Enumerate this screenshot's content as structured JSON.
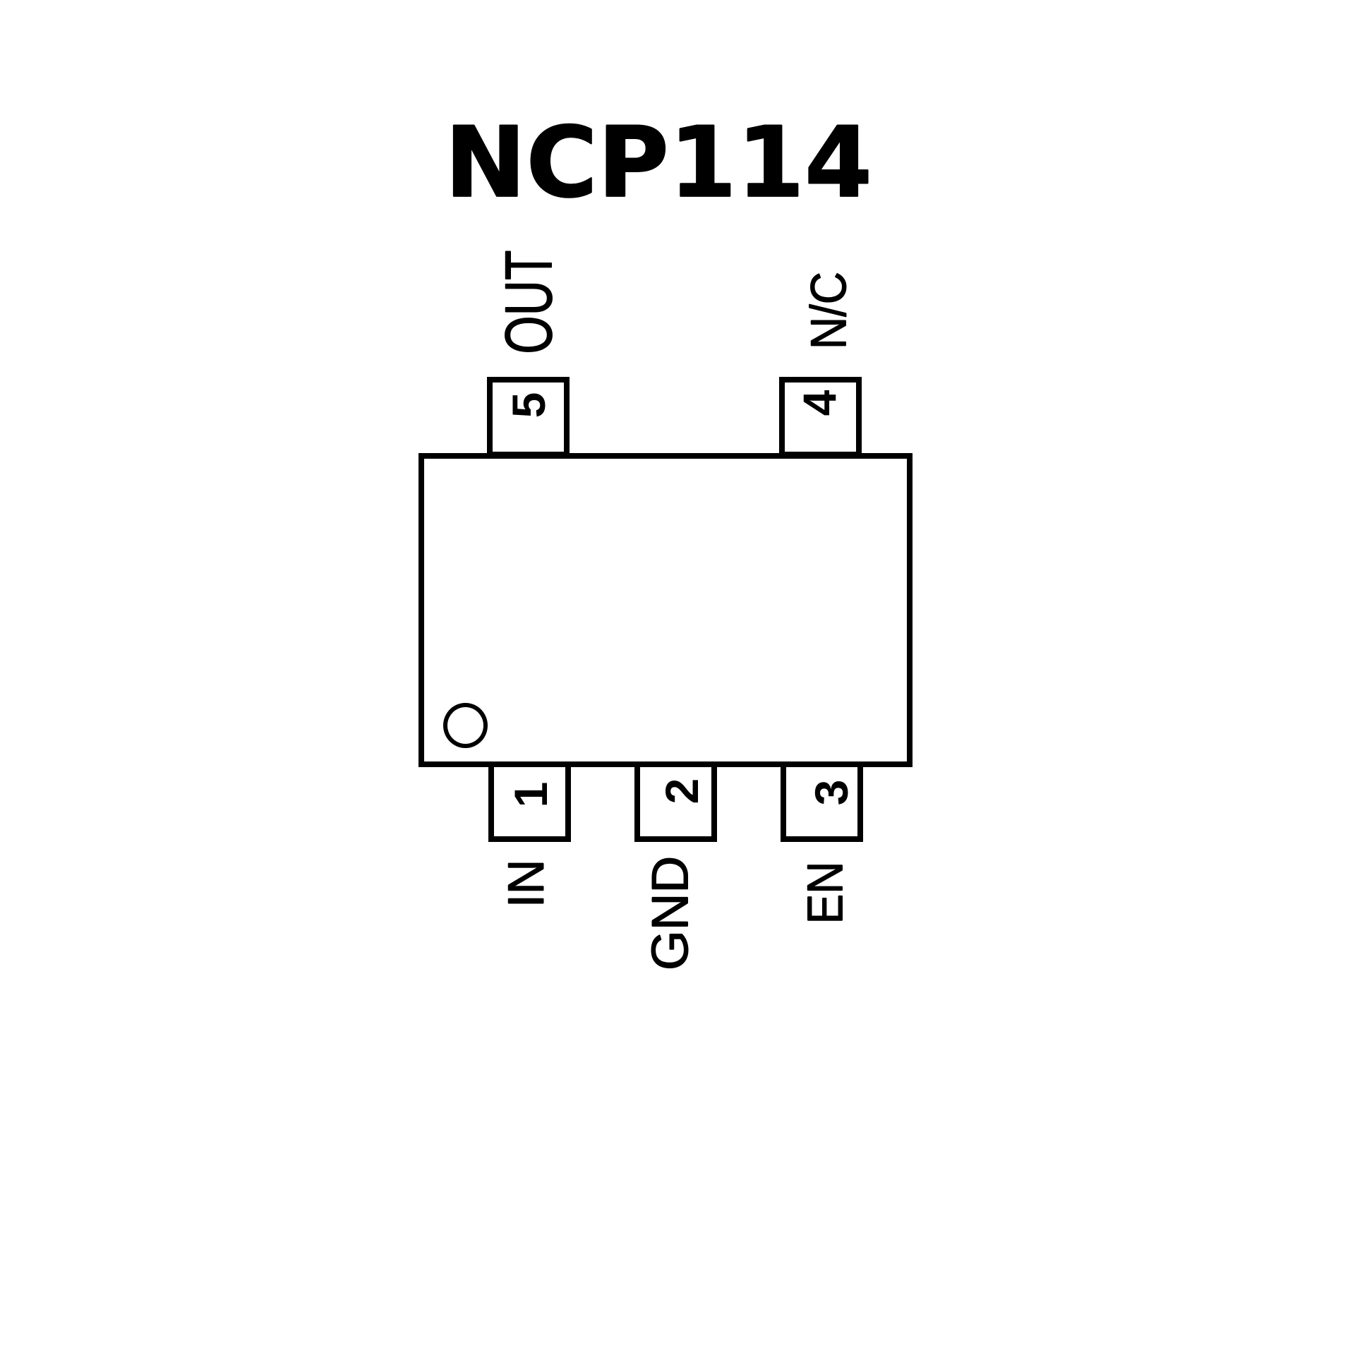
{
  "title": "NCP114",
  "diagram": {
    "type": "ic-pinout",
    "package_pin_count": 5,
    "pins": [
      {
        "number": "5",
        "label": "OUT",
        "side": "top"
      },
      {
        "number": "4",
        "label": "N/C",
        "side": "top"
      },
      {
        "number": "1",
        "label": "IN",
        "side": "bottom"
      },
      {
        "number": "2",
        "label": "GND",
        "side": "bottom"
      },
      {
        "number": "3",
        "label": "EN",
        "side": "bottom"
      }
    ]
  },
  "colors": {
    "line": "#000000",
    "background": "#ffffff"
  }
}
